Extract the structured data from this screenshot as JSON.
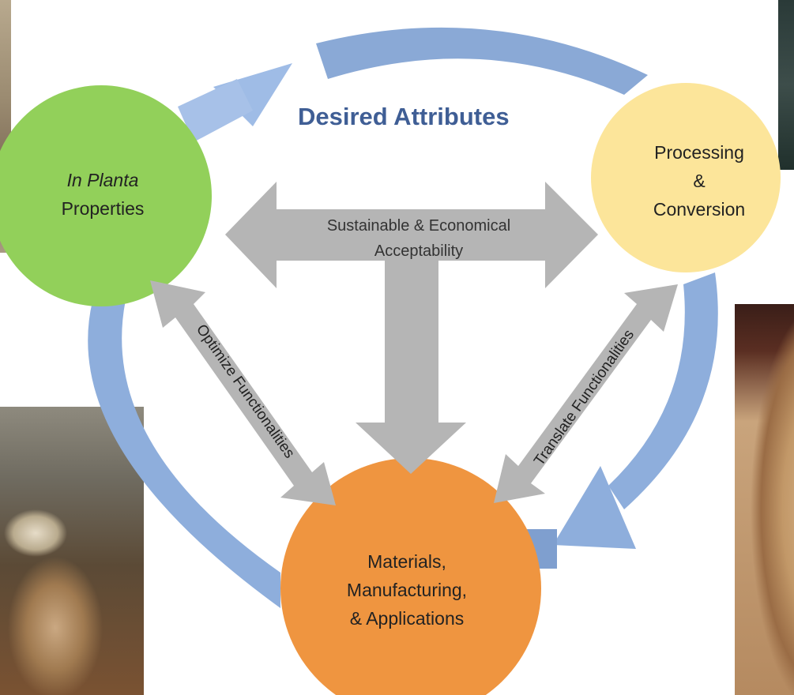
{
  "title": "Desired Attributes",
  "center_label": [
    "Sustainable & Economical",
    "Acceptability"
  ],
  "nodes": {
    "in_planta": {
      "line1": "In Planta",
      "line2": "Properties",
      "color": "#92d05a"
    },
    "processing": {
      "line1": "Processing",
      "line2": "&",
      "line3": "Conversion",
      "color": "#fce59a"
    },
    "materials": {
      "line1": "Materials,",
      "line2": "Manufacturing,",
      "line3": "& Applications",
      "color": "#ef9540"
    }
  },
  "edges": {
    "left": "Optimize Functionalities",
    "right": "Translate Functionalities"
  },
  "colors": {
    "cycle_arrow": "#8eaedc",
    "gray_arrow": "#b5b5b5",
    "title": "#3f5e95"
  }
}
